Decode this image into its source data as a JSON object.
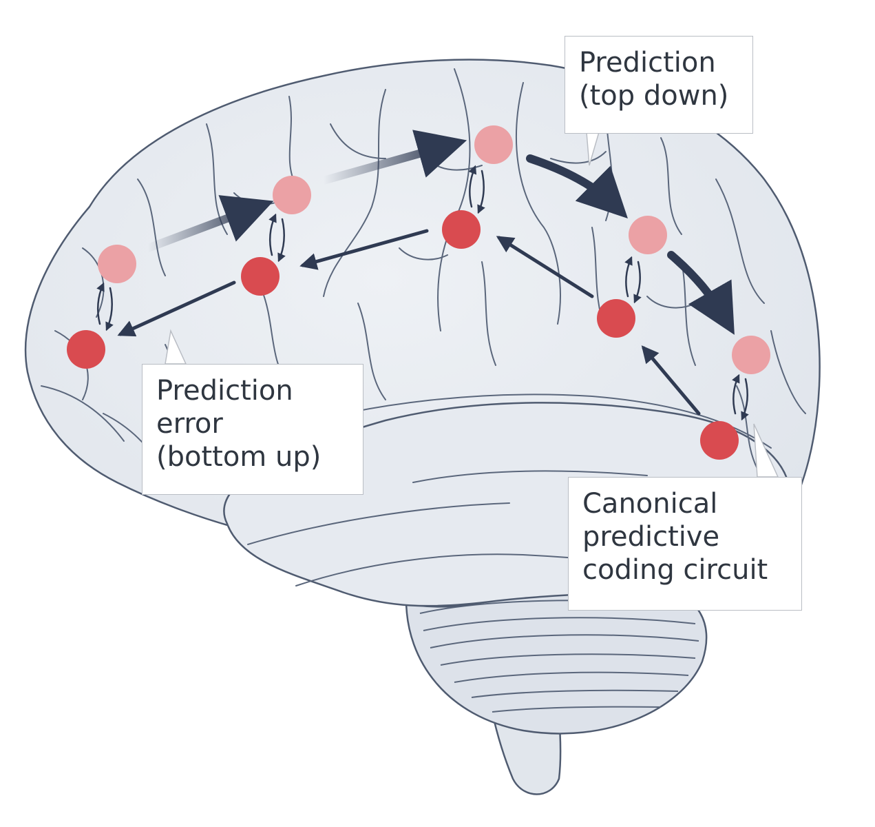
{
  "labels": {
    "prediction_top_down": [
      "Prediction",
      "(top down)"
    ],
    "prediction_error": [
      "Prediction",
      "error",
      "(bottom up)"
    ],
    "canonical_circuit": [
      "Canonical",
      "predictive",
      "coding circuit"
    ]
  },
  "nodes": {
    "prediction_color": "#eba1a5",
    "error_color": "#d94b50"
  },
  "colors": {
    "brain_fill": "#e4e8ee",
    "outline": "#4f5b70",
    "arrow": "#2f3a52"
  }
}
